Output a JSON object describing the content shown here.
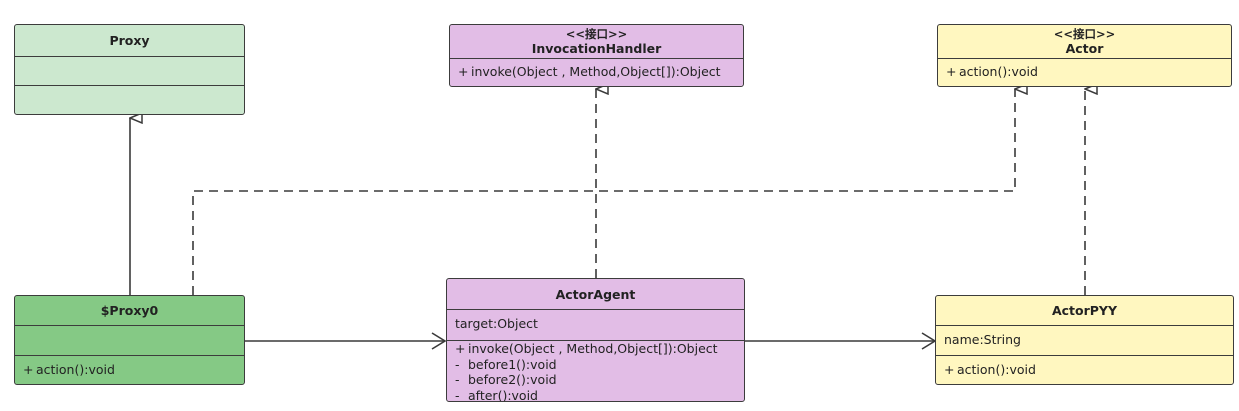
{
  "classes": {
    "proxy": {
      "name": "Proxy",
      "color": "#cce8cf"
    },
    "invocation_handler": {
      "stereotype": "<<接口>>",
      "name": "InvocationHandler",
      "color": "#e2bde6",
      "methods": [
        {
          "vis": "+",
          "text": "invoke(Object , Method,Object[]):Object"
        }
      ]
    },
    "actor": {
      "stereotype": "<<接口>>",
      "name": "Actor",
      "color": "#fff7c0",
      "methods": [
        {
          "vis": "+",
          "text": "action():void"
        }
      ]
    },
    "proxy0": {
      "name": "$Proxy0",
      "color": "#85c985",
      "methods": [
        {
          "vis": "+",
          "text": "action():void"
        }
      ]
    },
    "actor_agent": {
      "name": "ActorAgent",
      "color": "#e2bde6",
      "attributes": [
        "target:Object"
      ],
      "methods": [
        {
          "vis": "+",
          "text": "invoke(Object , Method,Object[]):Object"
        },
        {
          "vis": "-",
          "text": "before1():void"
        },
        {
          "vis": "-",
          "text": "before2():void"
        },
        {
          "vis": "-",
          "text": "after():void"
        }
      ]
    },
    "actor_pyy": {
      "name": "ActorPYY",
      "color": "#fff7c0",
      "attributes": [
        "name:String"
      ],
      "methods": [
        {
          "vis": "+",
          "text": "action():void"
        }
      ]
    }
  },
  "relations": [
    {
      "from": "$Proxy0",
      "to": "Proxy",
      "type": "generalization"
    },
    {
      "from": "$Proxy0",
      "to": "Actor",
      "type": "realization"
    },
    {
      "from": "ActorAgent",
      "to": "InvocationHandler",
      "type": "realization"
    },
    {
      "from": "ActorPYY",
      "to": "Actor",
      "type": "realization"
    },
    {
      "from": "$Proxy0",
      "to": "ActorAgent",
      "type": "association"
    },
    {
      "from": "ActorAgent",
      "to": "ActorPYY",
      "type": "association"
    }
  ]
}
